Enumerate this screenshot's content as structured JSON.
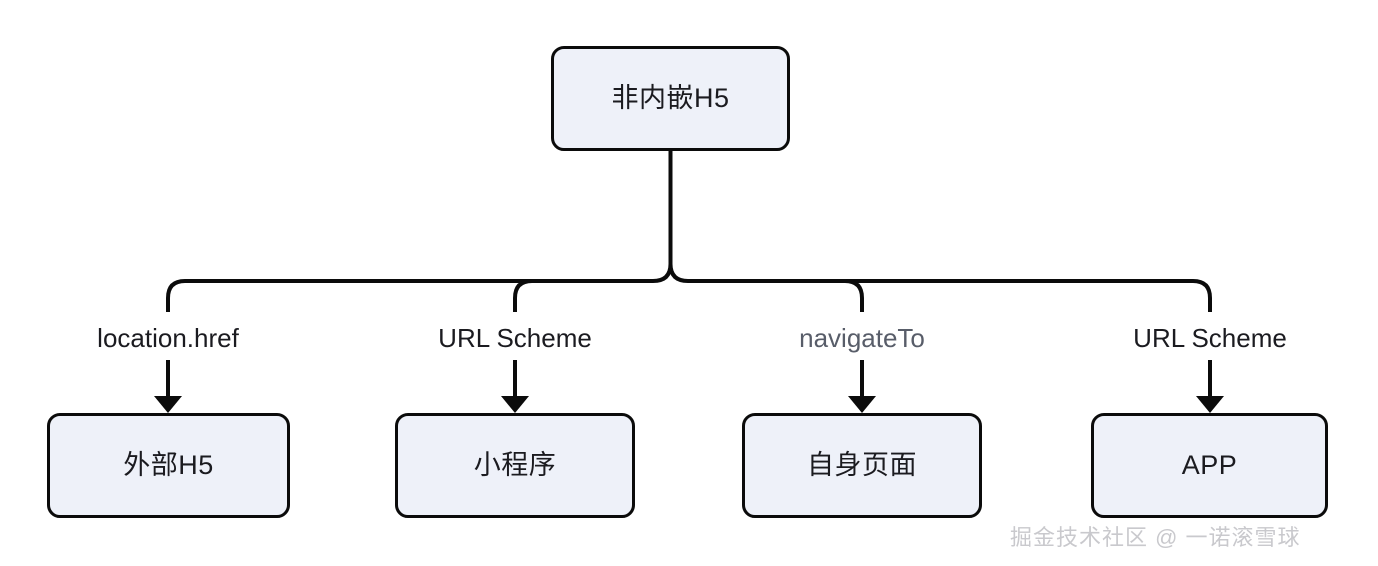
{
  "diagram": {
    "type": "flowchart",
    "orientation": "top-down",
    "root": {
      "id": "non-embedded-h5",
      "label": "非内嵌H5"
    },
    "branches": [
      {
        "id": "external-h5",
        "edge_label": "location.href",
        "edge_label_muted": false,
        "target_label": "外部H5"
      },
      {
        "id": "miniprogram",
        "edge_label": "URL Scheme",
        "edge_label_muted": false,
        "target_label": "小程序"
      },
      {
        "id": "self-page",
        "edge_label": "navigateTo",
        "edge_label_muted": true,
        "target_label": "自身页面"
      },
      {
        "id": "app",
        "edge_label": "URL Scheme",
        "edge_label_muted": false,
        "target_label": "APP"
      }
    ]
  },
  "colors": {
    "node_fill": "#eef1f9",
    "node_stroke": "#0b0b0b",
    "text": "#1b1b20",
    "muted_text": "#585d69",
    "watermark": "#c9c9cd",
    "background": "#ffffff"
  },
  "watermark": {
    "text": "掘金技术社区 @ 一诺滚雪球"
  }
}
